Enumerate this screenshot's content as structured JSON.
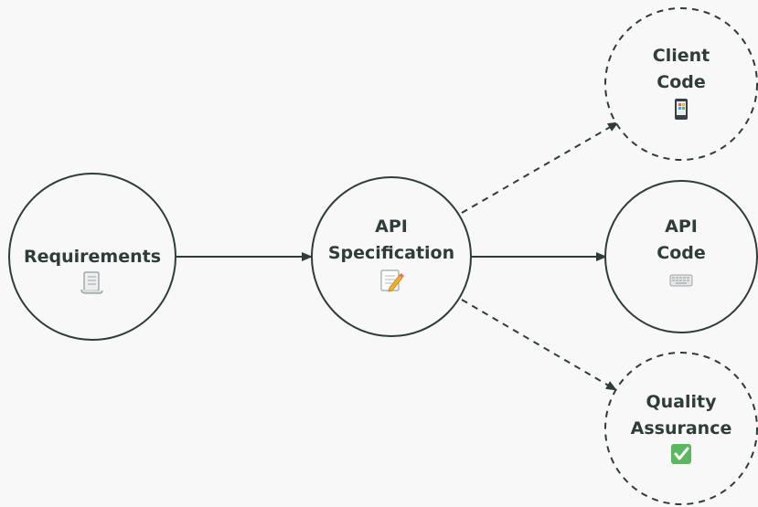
{
  "colors": {
    "background": "#f8f8f8",
    "stroke": "#2e3d3a",
    "text": "#2e3d3a",
    "check_green": "#5cb85c"
  },
  "nodes": {
    "requirements": {
      "lines": [
        "Requirements"
      ],
      "icon": "scroll-icon",
      "style": "solid"
    },
    "api_spec": {
      "lines": [
        "API",
        "Specification"
      ],
      "icon": "memo-pencil-icon",
      "style": "solid"
    },
    "client_code": {
      "lines": [
        "Client",
        "Code"
      ],
      "icon": "mobile-phone-icon",
      "style": "dashed"
    },
    "api_code": {
      "lines": [
        "API",
        "Code"
      ],
      "icon": "keyboard-icon",
      "style": "solid"
    },
    "qa": {
      "lines": [
        "Quality",
        "Assurance"
      ],
      "icon": "check-mark-icon",
      "style": "dashed"
    }
  },
  "edges": [
    {
      "from": "requirements",
      "to": "api_spec",
      "style": "solid"
    },
    {
      "from": "api_spec",
      "to": "api_code",
      "style": "solid"
    },
    {
      "from": "api_spec",
      "to": "client_code",
      "style": "dashed"
    },
    {
      "from": "api_spec",
      "to": "qa",
      "style": "dashed"
    }
  ]
}
